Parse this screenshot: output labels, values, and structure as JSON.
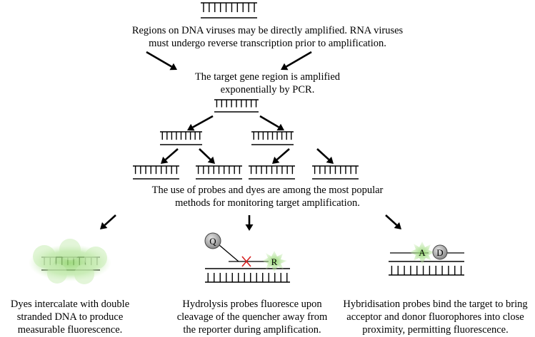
{
  "step1": {
    "line1": "Regions on DNA viruses may be directly amplified. RNA viruses",
    "line2": "must undergo reverse transcription prior to amplification."
  },
  "step2": {
    "line1": "The target gene region is amplified",
    "line2": "exponentially by PCR."
  },
  "step3": {
    "line1": "The use of probes and dyes are among the most popular",
    "line2": "methods for monitoring target amplification."
  },
  "dyes": {
    "line1": "Dyes intercalate with double",
    "line2": "stranded DNA to produce",
    "line3": "measurable fluorescence."
  },
  "hydrolysis": {
    "quencher_symbol": "Q",
    "reporter_symbol": "R",
    "line1": "Hydrolysis probes fluoresce upon",
    "line2": "cleavage of the quencher away from",
    "line3": "the reporter during amplification."
  },
  "hybridisation": {
    "acceptor_symbol": "A",
    "donor_symbol": "D",
    "line1": "Hybridisation probes bind the target to bring",
    "line2": "acceptor and donor fluorophores into close",
    "line3": "proximity, permitting fluorescence."
  },
  "colors": {
    "fluorescence_glow": "#b8e6a0",
    "fluorescence_core": "#8fd46a",
    "cleavage_mark": "#d62020",
    "fluorophore_grey": "#9a9a9a"
  }
}
